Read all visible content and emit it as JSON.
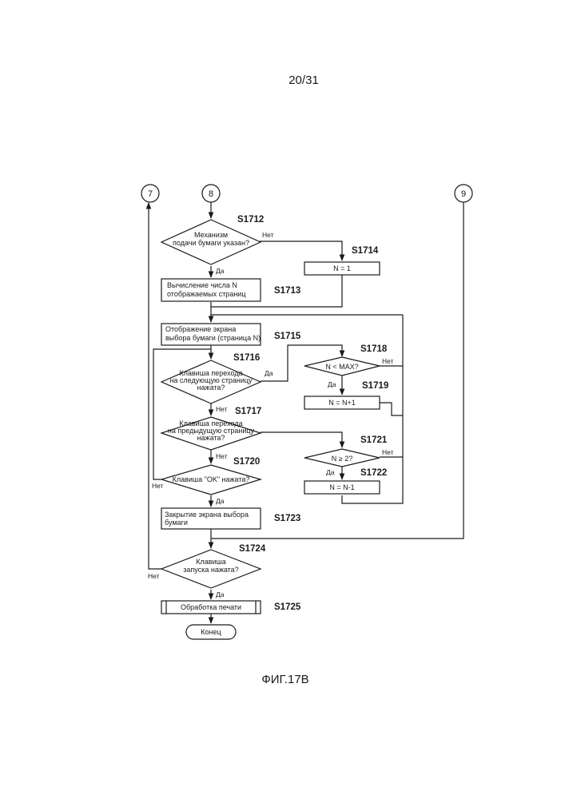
{
  "page": {
    "number": "20/31",
    "figure_caption": "ФИГ.17B"
  },
  "connectors": {
    "c7": "7",
    "c8": "8",
    "c9": "9"
  },
  "steps": {
    "s1712": {
      "id": "S1712",
      "line1": "Механизм",
      "line2": "подачи бумаги указан?"
    },
    "s1713": {
      "id": "S1713",
      "line1": "Вычисление числа N",
      "line2": "отображаемых страниц"
    },
    "s1714": {
      "id": "S1714",
      "text": "N = 1"
    },
    "s1715": {
      "id": "S1715",
      "line1": "Отображение экрана",
      "line2": "выбора бумаги (страница N)"
    },
    "s1716": {
      "id": "S1716",
      "line1": "Клавиша перехода",
      "line2": "на следующую страницу",
      "line3": "нажата?"
    },
    "s1717": {
      "id": "S1717",
      "line1": "Клавиша перехода",
      "line2": "на предыдущую страницу",
      "line3": "нажата?"
    },
    "s1718": {
      "id": "S1718",
      "text": "N < MAX?"
    },
    "s1719": {
      "id": "S1719",
      "text": "N = N+1"
    },
    "s1720": {
      "id": "S1720",
      "text": "Клавиша \"OK\" нажата?"
    },
    "s1721": {
      "id": "S1721",
      "text": "N ≥ 2?"
    },
    "s1722": {
      "id": "S1722",
      "text": "N = N-1"
    },
    "s1723": {
      "id": "S1723",
      "line1": "Закрытие экрана выбора",
      "line2": "бумаги"
    },
    "s1724": {
      "id": "S1724",
      "line1": "Клавиша",
      "line2": "запуска нажата?"
    },
    "s1725": {
      "id": "S1725",
      "text": "Обработка печати"
    },
    "end": {
      "text": "Конец"
    }
  },
  "labels": {
    "yes": "Да",
    "no": "Нет"
  }
}
